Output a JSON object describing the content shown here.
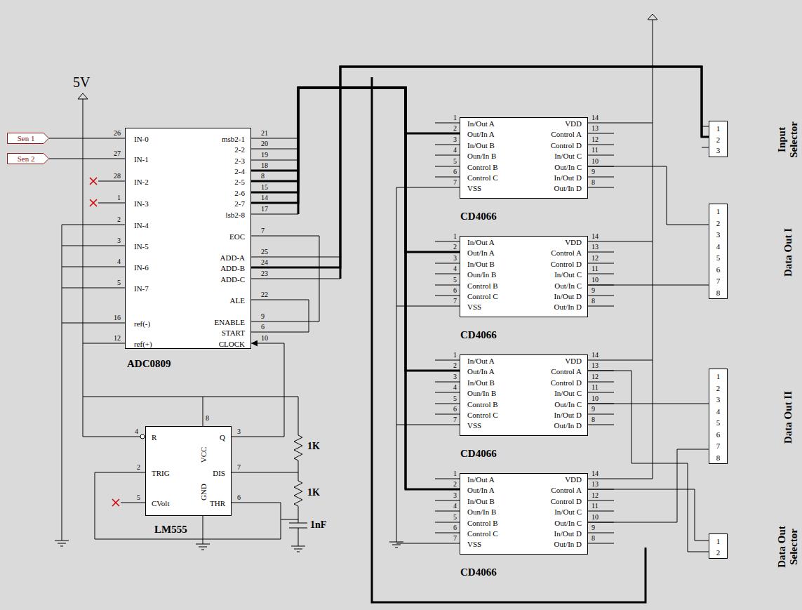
{
  "diagram": {
    "nodes": [
      {
        "text": [
          "Sen 1"
        ]
      },
      {
        "text": [
          "Sen 2"
        ]
      },
      {
        "text": [
          "ADC0809",
          "IN-0",
          "IN-1",
          "IN-2",
          "IN-3",
          "IN-4",
          "IN-5",
          "IN-6",
          "IN-7",
          "ref(-)",
          "ref(+)",
          "msb2-1",
          "2-2",
          "2-3",
          "2-4",
          "2-5",
          "2-6",
          "2-7",
          "lsb2-8",
          "EOC",
          "ADD-A",
          "ADD-B",
          "ADD-C",
          "ALE",
          "ENABLE",
          "START",
          "CLOCK"
        ]
      },
      {
        "text": [
          "LM555",
          "R",
          "TRIG",
          "CVolt",
          "VCC",
          "GND",
          "Q",
          "DIS",
          "THR"
        ]
      },
      {
        "text": [
          "CD4066",
          "In/Out A",
          "Out/In A",
          "In/Out B",
          "Oun/In B",
          "Control B",
          "Control C",
          "VSS",
          "VDD",
          "Control A",
          "Control D",
          "In/Out C",
          "Out/In C",
          "In/Out D",
          "Out/In D"
        ]
      },
      {
        "text": [
          "CD4066",
          "In/Out A",
          "Out/In A",
          "In/Out B",
          "Oun/In B",
          "Control B",
          "Control C",
          "VSS",
          "VDD",
          "Control A",
          "Control D",
          "In/Out C",
          "Out/In C",
          "In/Out D",
          "Out/In D"
        ]
      },
      {
        "text": [
          "CD4066",
          "In/Out A",
          "Out/In A",
          "In/Out B",
          "Oun/In B",
          "Control B",
          "Control C",
          "VSS",
          "VDD",
          "Control A",
          "Control D",
          "In/Out C",
          "Out/In C",
          "In/Out D",
          "Out/In D"
        ]
      },
      {
        "text": [
          "CD4066",
          "In/Out A",
          "Out/In A",
          "In/Out B",
          "Oun/In B",
          "Control B",
          "Control C",
          "VSS",
          "VDD",
          "Control A",
          "Control D",
          "In/Out C",
          "Out/In C",
          "In/Out D",
          "Out/In D"
        ]
      },
      {
        "text": [
          "1",
          "2",
          "3",
          "Input Selector"
        ]
      },
      {
        "text": [
          "1",
          "2",
          "3",
          "4",
          "5",
          "6",
          "7",
          "8",
          "Data Out I"
        ]
      },
      {
        "text": [
          "1",
          "2",
          "3",
          "4",
          "5",
          "6",
          "7",
          "8",
          "Data Out II"
        ]
      },
      {
        "text": [
          "1",
          "2",
          "Data Out Selector"
        ]
      }
    ],
    "edges": [
      {
        "from": 0,
        "to": 2,
        "arrow": "none"
      },
      {
        "from": 1,
        "to": 2,
        "arrow": "none"
      },
      {
        "from": 3,
        "to": 2,
        "arrow": "to"
      },
      {
        "from": 2,
        "to": 8,
        "arrow": "none"
      },
      {
        "from": 2,
        "to": 4,
        "arrow": "none"
      },
      {
        "from": 2,
        "to": 5,
        "arrow": "none"
      },
      {
        "from": 2,
        "to": 6,
        "arrow": "none"
      },
      {
        "from": 2,
        "to": 7,
        "arrow": "none"
      },
      {
        "from": 4,
        "to": 9,
        "arrow": "none"
      },
      {
        "from": 5,
        "to": 9,
        "arrow": "none"
      },
      {
        "from": 6,
        "to": 10,
        "arrow": "none"
      },
      {
        "from": 7,
        "to": 10,
        "arrow": "none"
      },
      {
        "from": 7,
        "to": 11,
        "arrow": "none"
      },
      {
        "from": 6,
        "to": 11,
        "arrow": "none"
      }
    ],
    "labels": [
      "5V",
      "26",
      "27",
      "28",
      "1",
      "2",
      "3",
      "4",
      "5",
      "16",
      "12",
      "21",
      "20",
      "19",
      "18",
      "8",
      "15",
      "14",
      "17",
      "7",
      "25",
      "24",
      "23",
      "22",
      "9",
      "6",
      "10",
      "4",
      "2",
      "5",
      "8",
      "3",
      "7",
      "6",
      "1K",
      "1K",
      "1nF",
      "1",
      "2",
      "3",
      "4",
      "5",
      "6",
      "7",
      "14",
      "13",
      "12",
      "11",
      "10",
      "9",
      "8",
      "1",
      "2",
      "3",
      "4",
      "5",
      "6",
      "7",
      "14",
      "13",
      "12",
      "11",
      "10",
      "9",
      "8",
      "1",
      "2",
      "3",
      "4",
      "5",
      "6",
      "7",
      "14",
      "13",
      "12",
      "11",
      "10",
      "9",
      "8",
      "1",
      "2",
      "3",
      "4",
      "5",
      "6",
      "7",
      "14",
      "13",
      "12",
      "11",
      "10",
      "9",
      "8"
    ]
  }
}
